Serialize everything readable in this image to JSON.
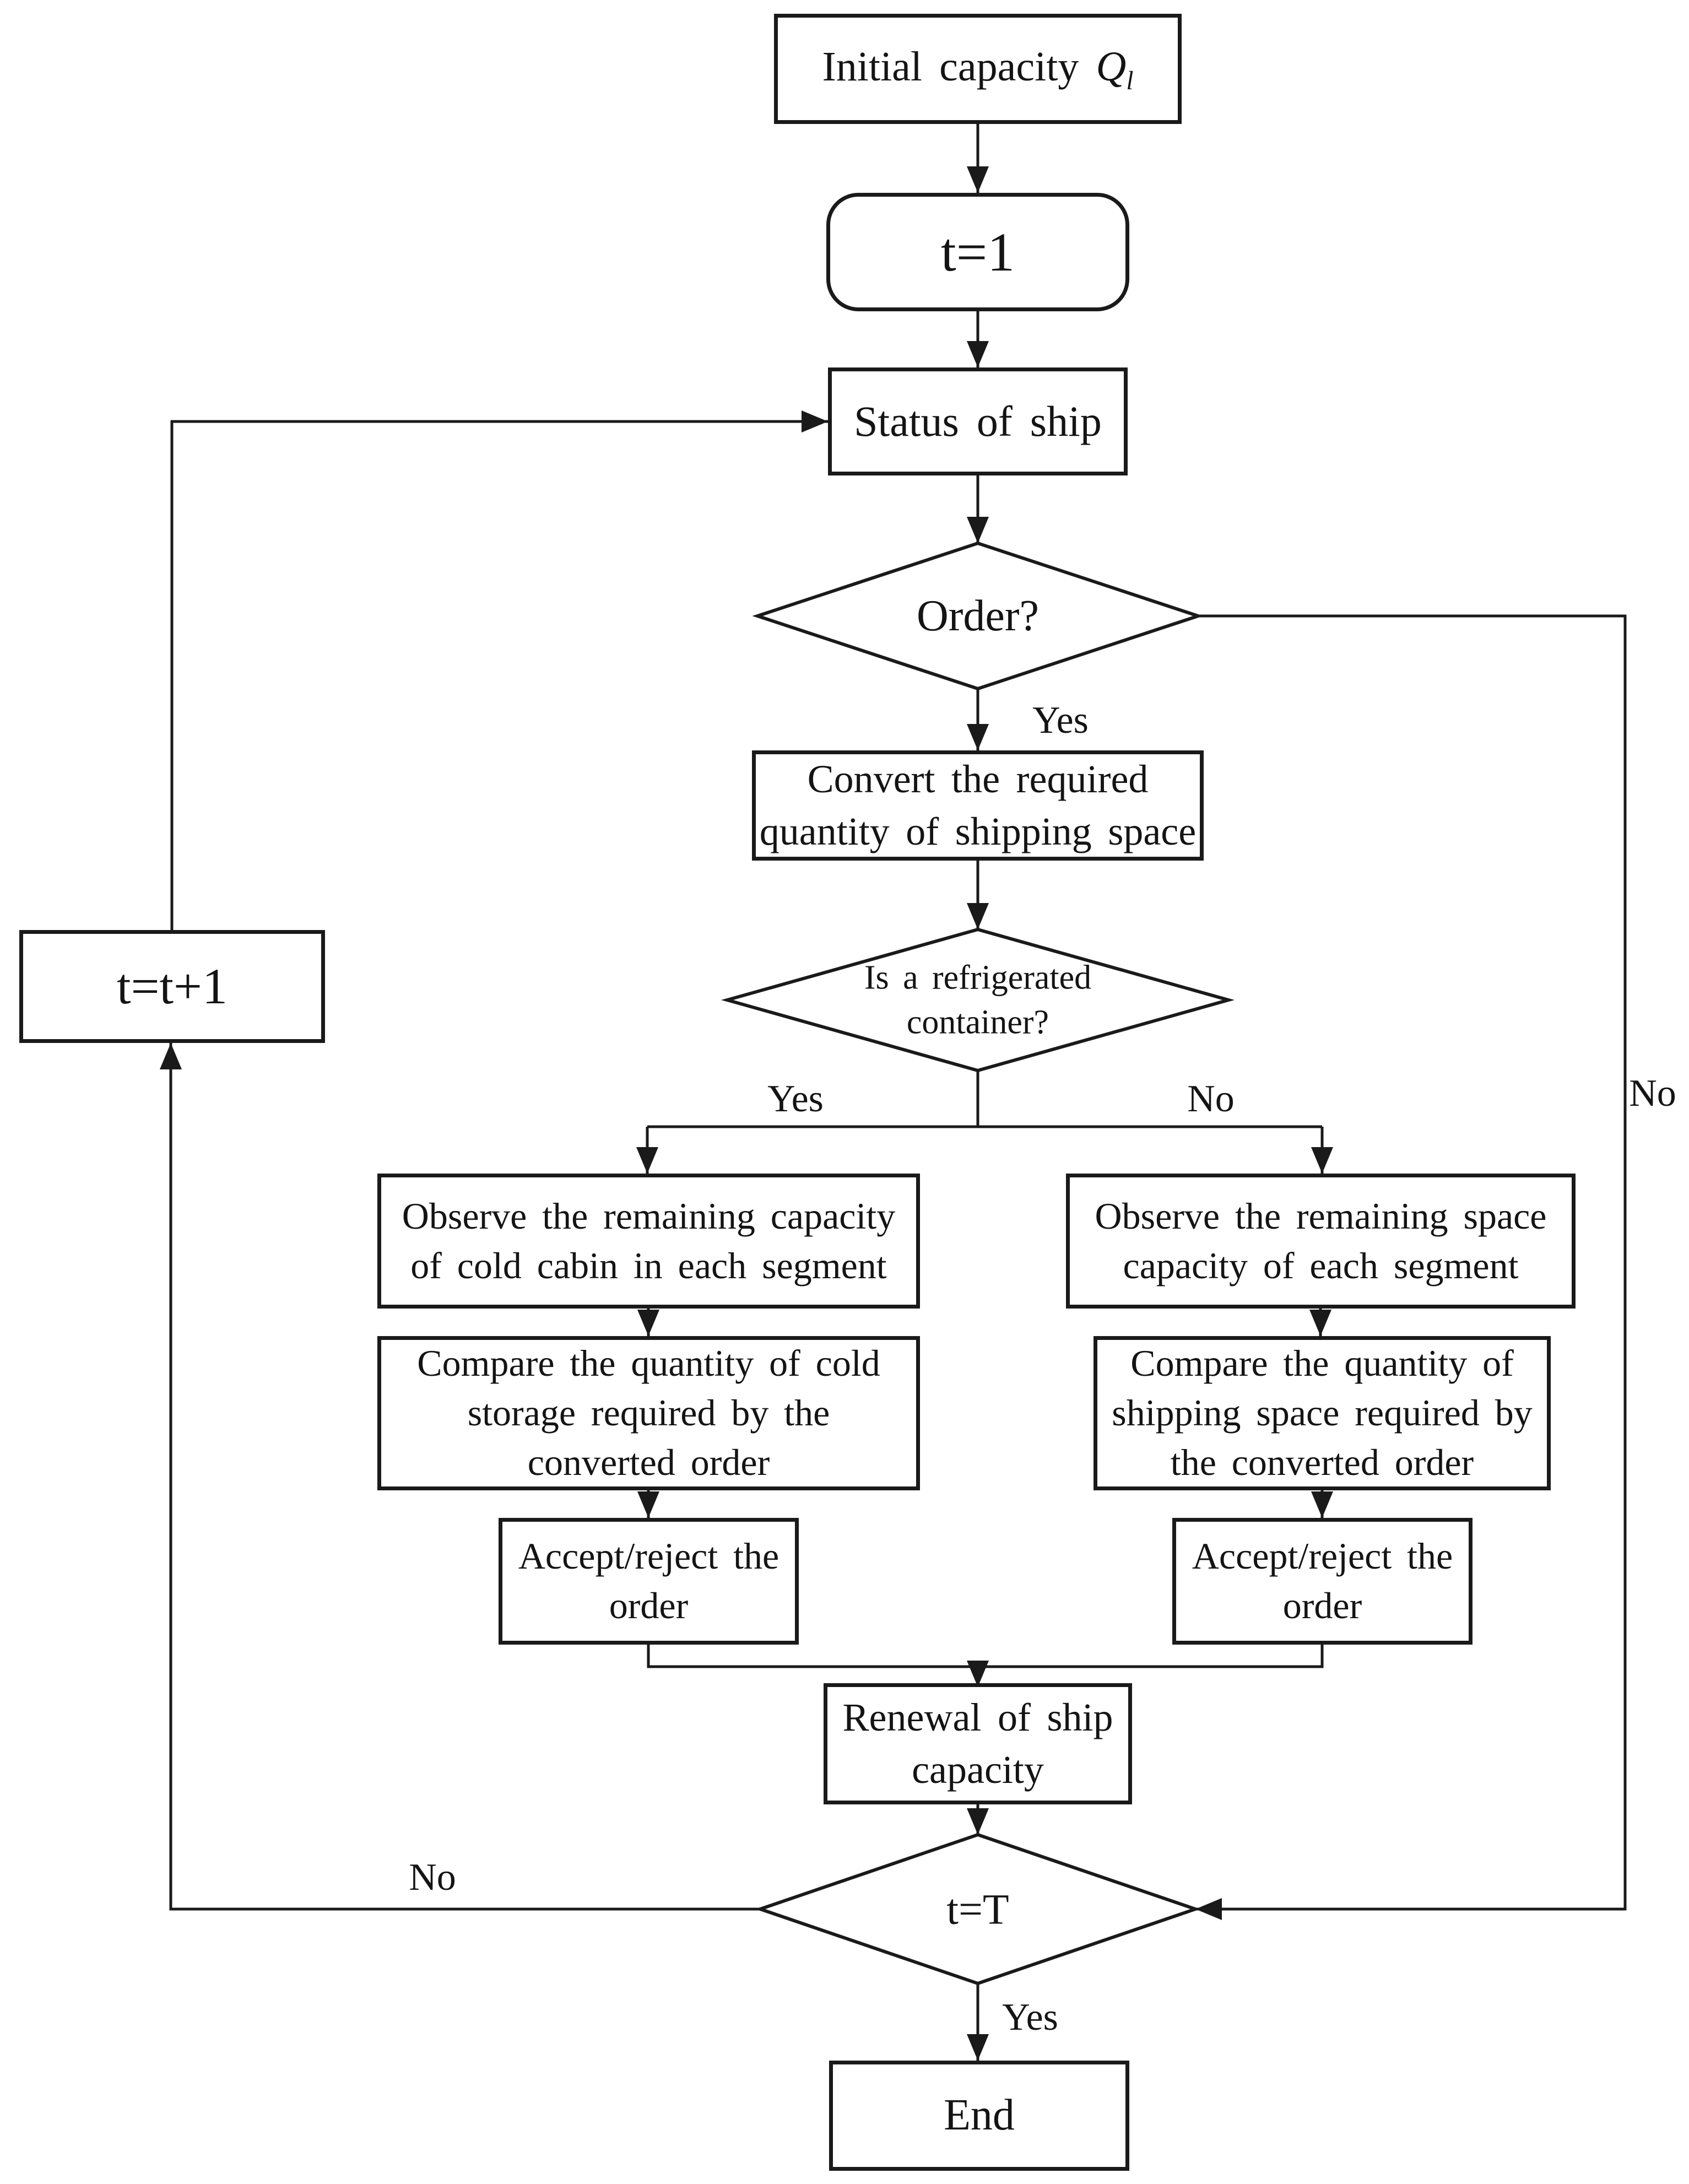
{
  "page": {
    "background": "#ffffff",
    "stroke_color": "#1a1a1a",
    "text_color": "#141414"
  },
  "flowchart": {
    "nodes": {
      "initial_capacity": {
        "shape": "rect",
        "text": "Initial capacity",
        "var": "Q",
        "sub": "l"
      },
      "set_t1": {
        "shape": "rounded-rect",
        "text": "t=1"
      },
      "status_of_ship": {
        "shape": "rect",
        "text": "Status of ship"
      },
      "order_decision": {
        "shape": "diamond",
        "text": "Order?"
      },
      "convert_order": {
        "shape": "rect",
        "lines": [
          "Convert the required",
          "quantity of shipping space"
        ]
      },
      "refrigerated_decision": {
        "shape": "diamond",
        "lines": [
          "Is a refrigerated",
          "container?"
        ]
      },
      "observe_cold": {
        "shape": "rect",
        "lines": [
          "Observe the remaining capacity",
          "of cold cabin in each segment"
        ]
      },
      "compare_cold": {
        "shape": "rect",
        "lines": [
          "Compare the quantity of cold",
          "storage required by the",
          "converted order"
        ]
      },
      "accept_reject_left": {
        "shape": "rect",
        "lines": [
          "Accept/reject the",
          "order"
        ]
      },
      "observe_space": {
        "shape": "rect",
        "lines": [
          "Observe the remaining space",
          "capacity of each segment"
        ]
      },
      "compare_space": {
        "shape": "rect",
        "lines": [
          "Compare the quantity of",
          "shipping space required by",
          "the converted order"
        ]
      },
      "accept_reject_right": {
        "shape": "rect",
        "lines": [
          "Accept/reject the",
          "order"
        ]
      },
      "renewal_capacity": {
        "shape": "rect",
        "lines": [
          "Renewal of ship",
          "capacity"
        ]
      },
      "t_equals_T_decision": {
        "shape": "diamond",
        "text": "t=T"
      },
      "end": {
        "shape": "rect",
        "text": "End"
      },
      "increment_t": {
        "shape": "rect",
        "text": "t=t+1"
      }
    },
    "edge_labels": {
      "order_yes": "Yes",
      "order_no": "No",
      "refrigerated_yes": "Yes",
      "refrigerated_no": "No",
      "t_equals_T_yes": "Yes",
      "t_equals_T_no": "No"
    }
  }
}
